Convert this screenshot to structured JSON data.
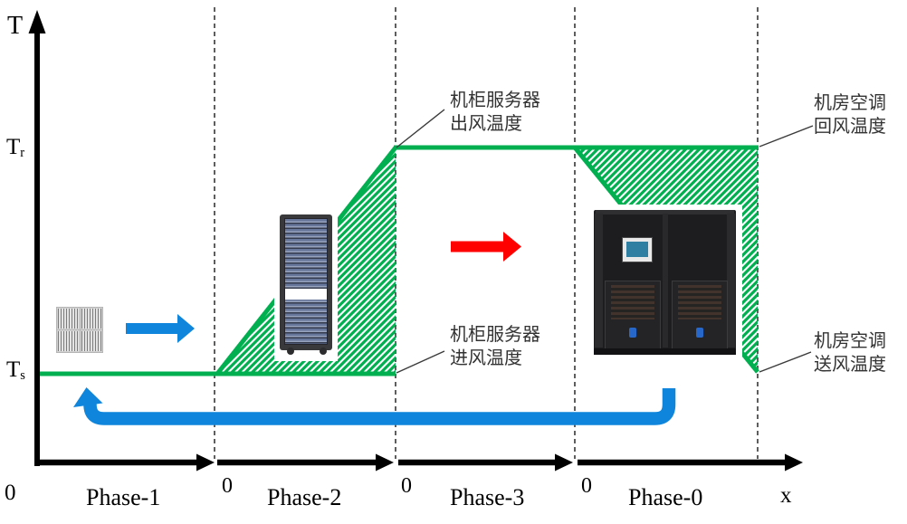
{
  "colors": {
    "green": "#00B050",
    "blue": "#0F86DC",
    "red": "#FE0000",
    "axis": "#000000",
    "callout": "#3a3a3a"
  },
  "axis": {
    "t_label": "T",
    "tr_base": "T",
    "tr_sub": "r",
    "ts_base": "T",
    "ts_sub": "s",
    "origin_label": "0",
    "tick_labels": [
      "0",
      "0",
      "0"
    ],
    "phases": [
      "Phase-1",
      "Phase-2",
      "Phase-3",
      "Phase-0"
    ],
    "x_label": "x"
  },
  "annotations": {
    "server_outlet": {
      "line1": "机柜服务器",
      "line2": "出风温度"
    },
    "crac_return": {
      "line1": "机房空调",
      "line2": "回风温度"
    },
    "server_inlet": {
      "line1": "机柜服务器",
      "line2": "进风温度"
    },
    "crac_supply": {
      "line1": "机房空调",
      "line2": "送风温度"
    }
  },
  "icons": {
    "floor_grille": "perforated-floor-tiles",
    "server_rack": "server-rack-cabinet",
    "crac_unit": "crac-air-conditioner",
    "blue_arrow": "airflow-right-arrow",
    "red_arrow": "hot-air-right-arrow",
    "return_duct": "return-airflow-u-arrow"
  },
  "temperature_profile": {
    "levels": [
      "Ts",
      "Tr"
    ],
    "segments": [
      {
        "phase": "Phase-1",
        "temperature": "Ts (constant)"
      },
      {
        "phase": "Phase-2",
        "temperature": "rises Ts to Tr (hatched rise, server heat)"
      },
      {
        "phase": "Phase-3",
        "temperature": "Tr (constant)"
      },
      {
        "phase": "Phase-0",
        "temperature": "falls Tr to Ts (hatched drop, CRAC cooling)"
      }
    ]
  }
}
